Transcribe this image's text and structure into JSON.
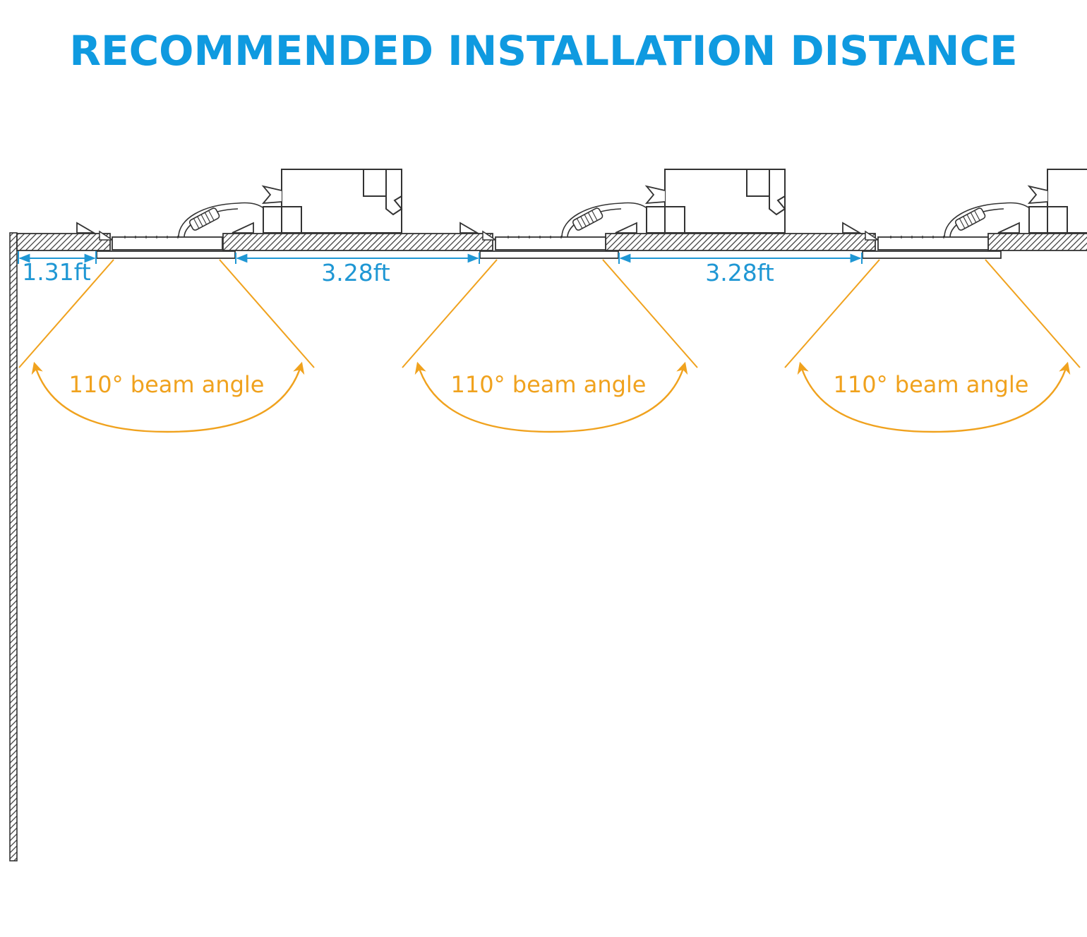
{
  "title": "RECOMMENDED INSTALLATION DISTANCE",
  "colors": {
    "title": "#0f9ae0",
    "dimension": "#1f97d4",
    "beam": "#f0a21e",
    "line": "#333333"
  },
  "dimensions": {
    "wall_gap": "1.31ft",
    "gap_1": "3.28ft",
    "gap_2": "3.28ft"
  },
  "beams": [
    {
      "label": "110° beam angle"
    },
    {
      "label": "110° beam angle"
    },
    {
      "label": "110° beam angle"
    }
  ]
}
